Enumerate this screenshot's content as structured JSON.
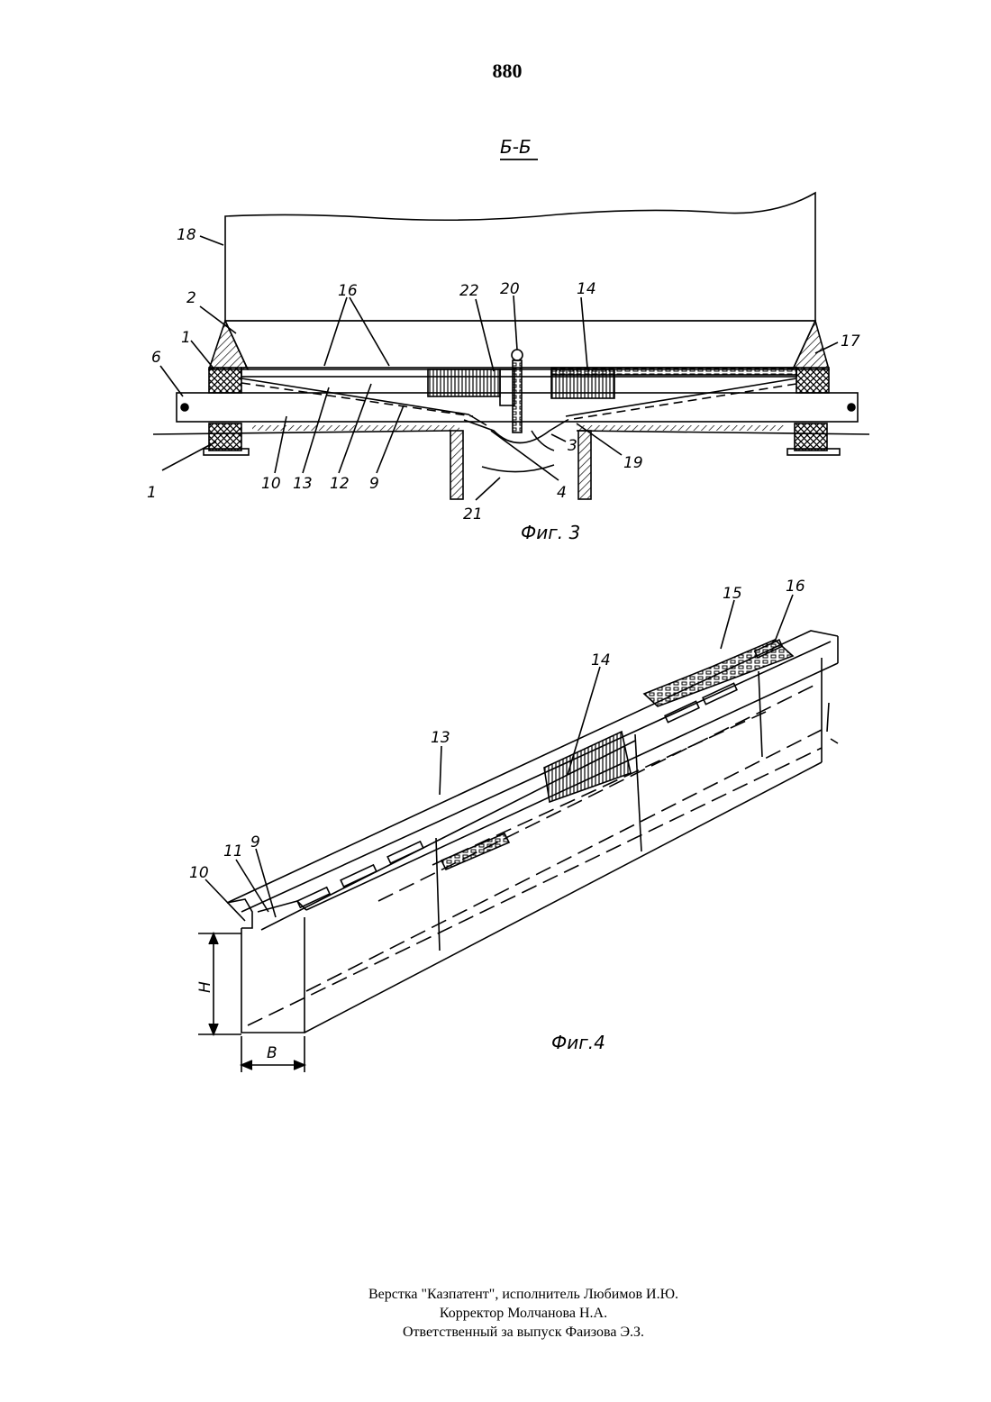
{
  "page": {
    "number": "880"
  },
  "figure3": {
    "section_label": "Б-Б",
    "caption": "Фиг. 3",
    "labels": {
      "l18": "18",
      "l2": "2",
      "l1a": "1",
      "l6": "6",
      "l16": "16",
      "l22": "22",
      "l20": "20",
      "l14": "14",
      "l17": "17",
      "l1b": "1",
      "l10": "10",
      "l13": "13",
      "l12": "12",
      "l9": "9",
      "l4": "4",
      "l3": "3",
      "l19": "19",
      "l21": "21"
    }
  },
  "figure4": {
    "caption": "Фиг.4",
    "labels": {
      "l15": "15",
      "l16": "16",
      "l14": "14",
      "l13": "13",
      "l11": "11",
      "l9": "9",
      "l10": "10",
      "dimH": "H",
      "dimB": "B"
    }
  },
  "footer": {
    "line1": "Верстка \"Казпатент\", исполнитель Любимов И.Ю.",
    "line2": "Корректор Молчанова Н.А.",
    "line3": "Ответственный за выпуск Фаизова Э.З."
  }
}
